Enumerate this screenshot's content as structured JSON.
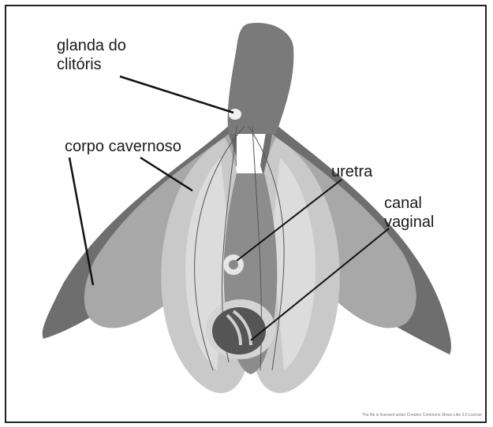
{
  "diagram": {
    "labels": {
      "glans": [
        "glanda do",
        "clitóris"
      ],
      "corpus": "corpo cavernoso",
      "urethra": "uretra",
      "vaginal": [
        "canal",
        "vaginal"
      ]
    },
    "credit": "The file is licensed under Creative Commons Share-Like 3.0 License",
    "colors": {
      "dark": "#707070",
      "mid": "#9a9a9a",
      "light": "#c8c8c8",
      "lighter": "#dedede",
      "line": "#111111"
    }
  }
}
